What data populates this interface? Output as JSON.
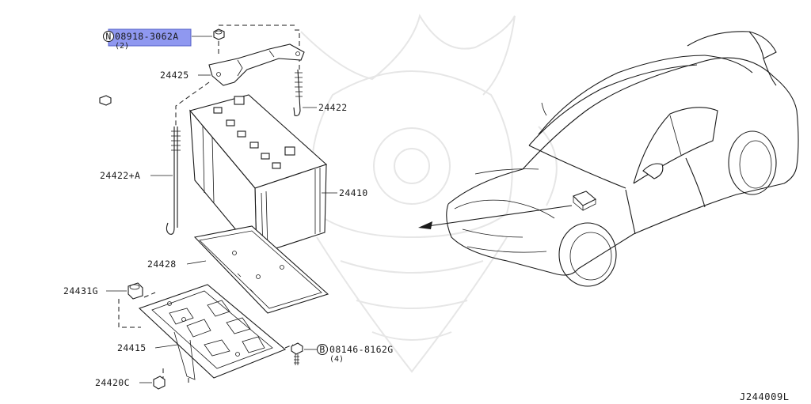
{
  "highlight_color": "#8f98f0",
  "watermark": "samurai-helmet-emblem",
  "callouts": {
    "nut_part_no": "08918-3062A",
    "nut_prefix": "N",
    "nut_qty": "(2)",
    "bracket": "24425",
    "rod_short": "24422",
    "rod_long": "24422+A",
    "battery": "24410",
    "battery_pad": "24428",
    "grommet": "24431G",
    "tray": "24415",
    "clip": "24420C",
    "bolt_part_no": "08146-8162G",
    "bolt_prefix": "B",
    "bolt_qty": "(4)"
  },
  "diagram_code": "J244009L"
}
